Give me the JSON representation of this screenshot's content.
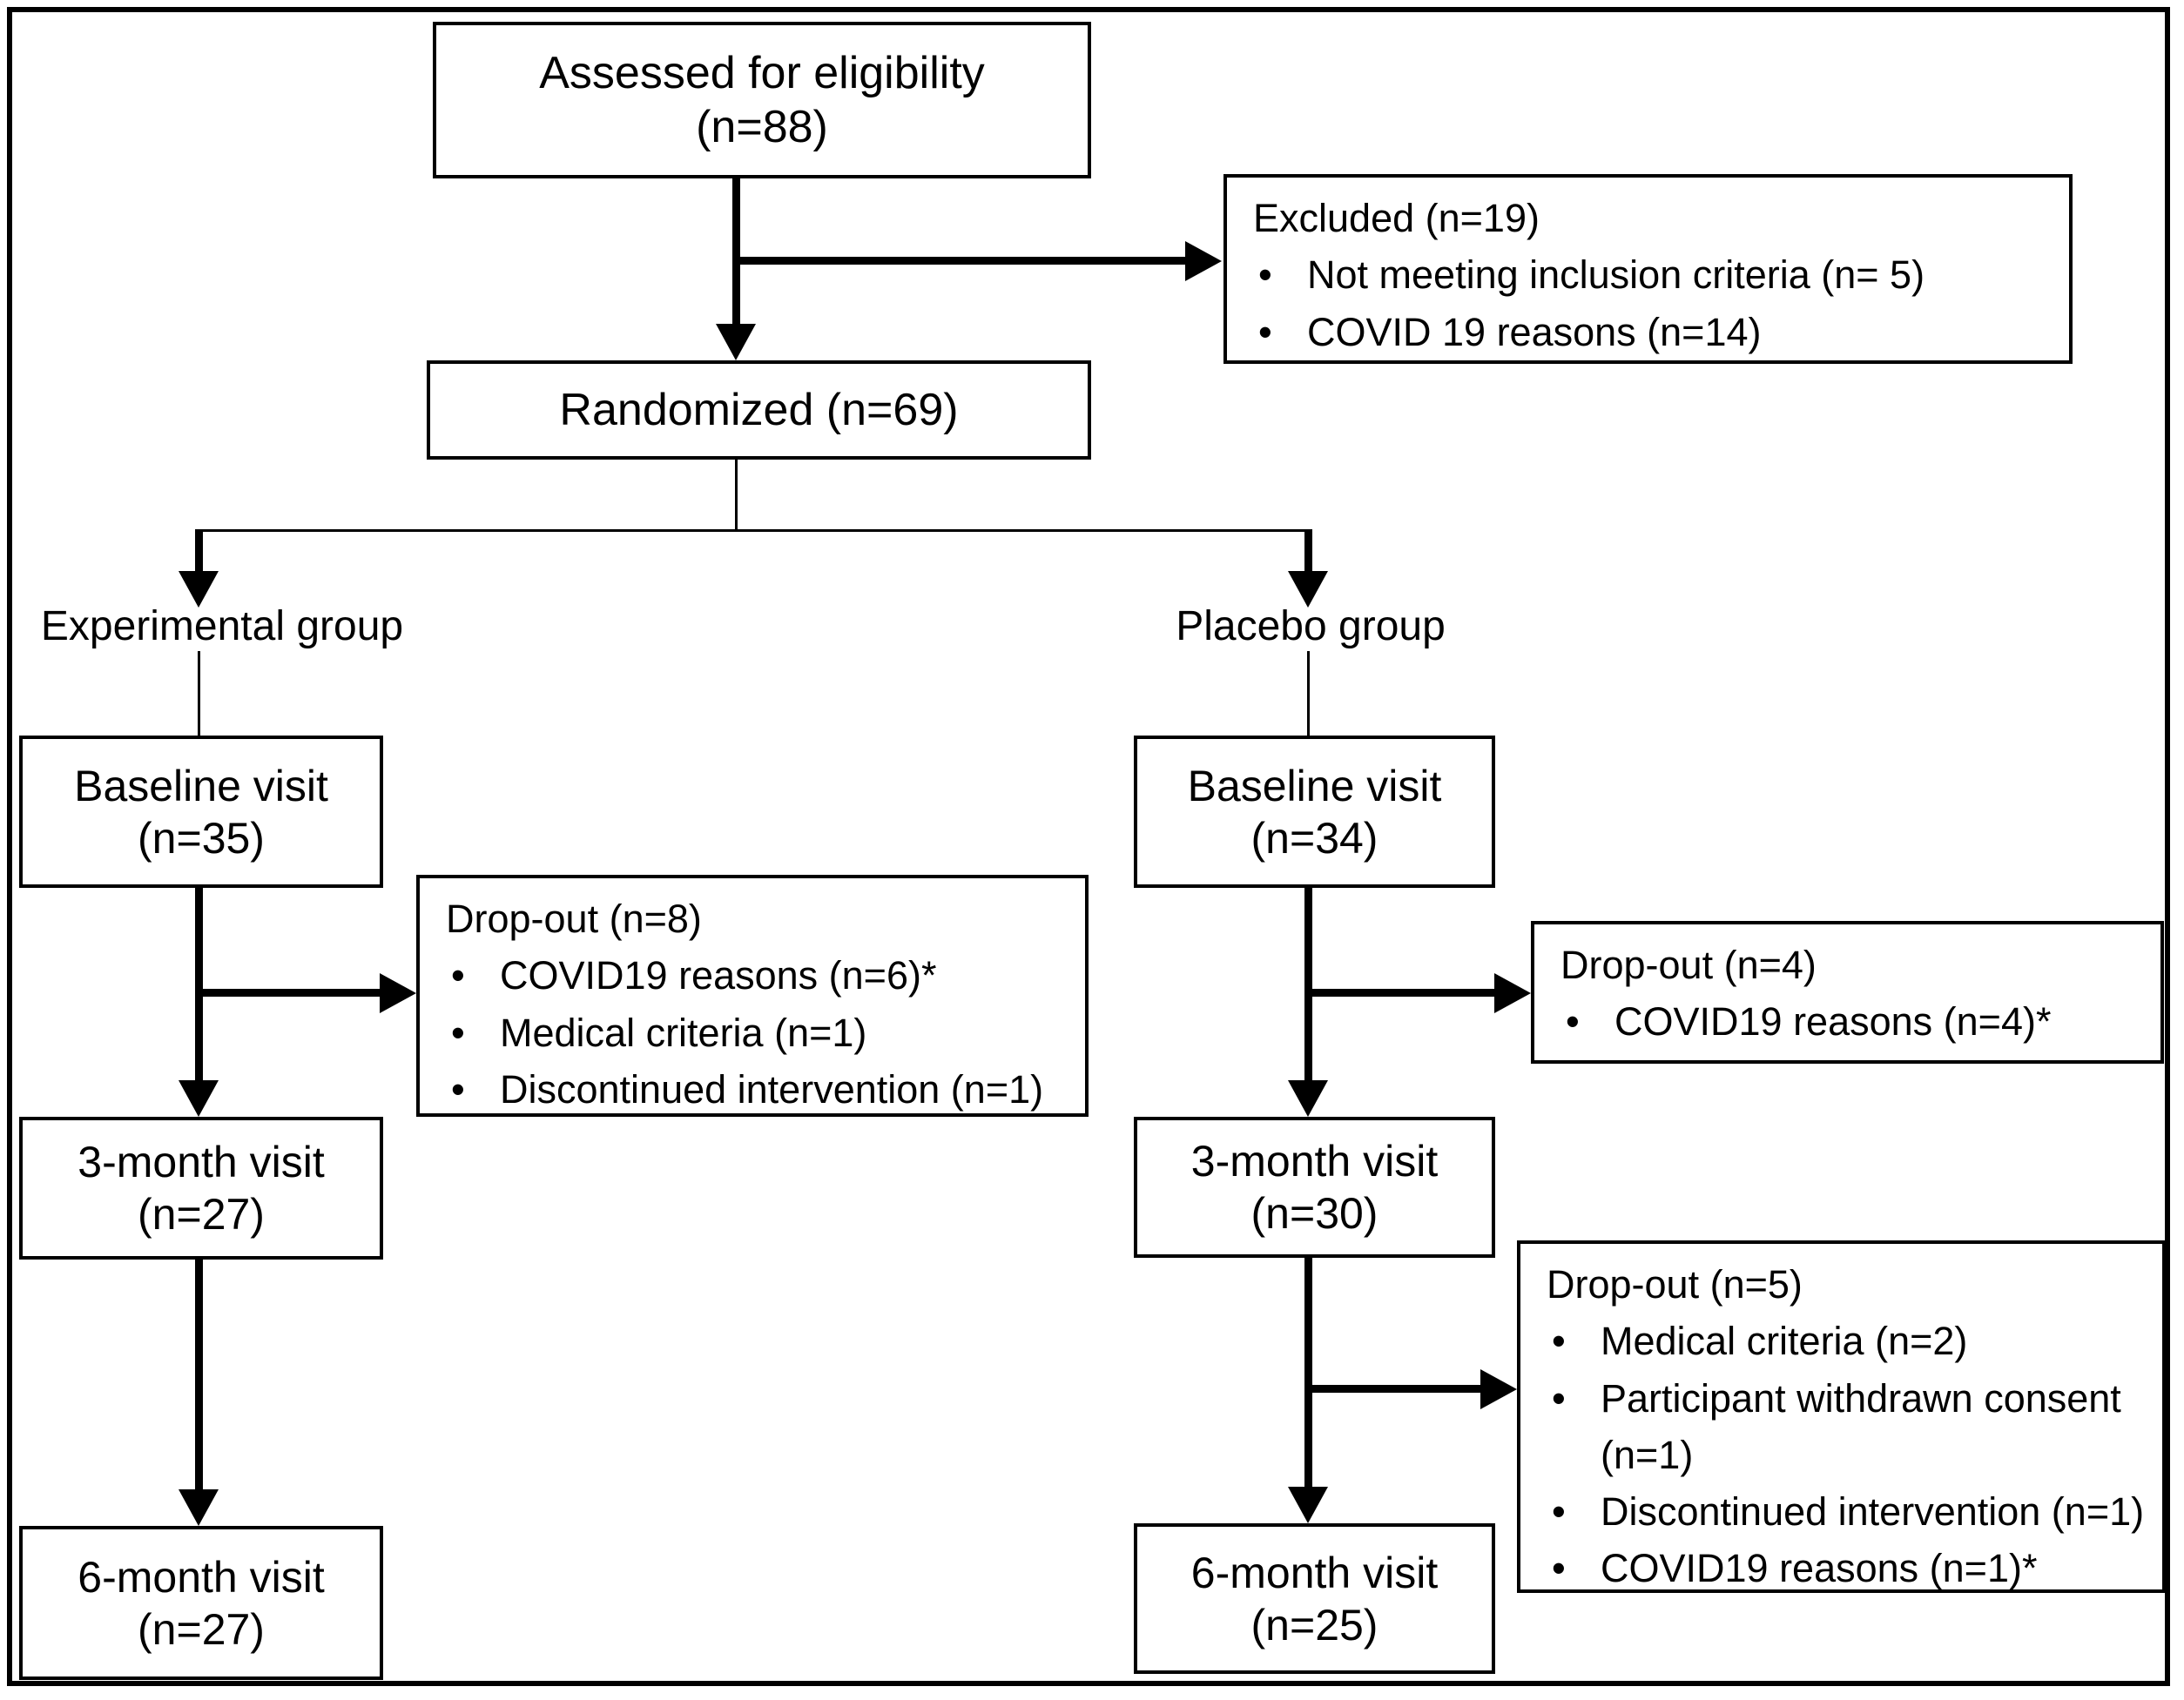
{
  "diagram": {
    "title_semantic": "CONSORT participant flow diagram",
    "colors": {
      "line": "#000000",
      "background": "#ffffff",
      "text": "#000000"
    },
    "assessed": {
      "line1": "Assessed for eligibility",
      "line2": "(n=88)"
    },
    "excluded": {
      "title": "Excluded (n=19)",
      "bullets": [
        "Not meeting inclusion criteria (n= 5)",
        "COVID 19 reasons (n=14)"
      ]
    },
    "randomized": {
      "label": "Randomized (n=69)"
    },
    "groups": {
      "experimental_label": "Experimental group",
      "placebo_label": "Placebo group"
    },
    "experimental": {
      "baseline": {
        "line1": "Baseline visit",
        "line2": "(n=35)"
      },
      "dropout": {
        "title": "Drop-out (n=8)",
        "bullets": [
          "COVID19 reasons (n=6)*",
          "Medical criteria (n=1)",
          "Discontinued intervention (n=1)"
        ]
      },
      "month3": {
        "line1": "3-month visit",
        "line2": "(n=27)"
      },
      "month6": {
        "line1": "6-month visit",
        "line2": "(n=27)"
      }
    },
    "placebo": {
      "baseline": {
        "line1": "Baseline visit",
        "line2": "(n=34)"
      },
      "dropout1": {
        "title": "Drop-out (n=4)",
        "bullets": [
          "COVID19 reasons (n=4)*"
        ]
      },
      "month3": {
        "line1": "3-month visit",
        "line2": "(n=30)"
      },
      "dropout2": {
        "title": "Drop-out (n=5)",
        "bullets": [
          "Medical criteria (n=2)",
          "Participant withdrawn consent (n=1)",
          "Discontinued intervention (n=1)",
          "COVID19 reasons (n=1)*"
        ]
      },
      "month6": {
        "line1": "6-month visit",
        "line2": "(n=25)"
      }
    }
  }
}
